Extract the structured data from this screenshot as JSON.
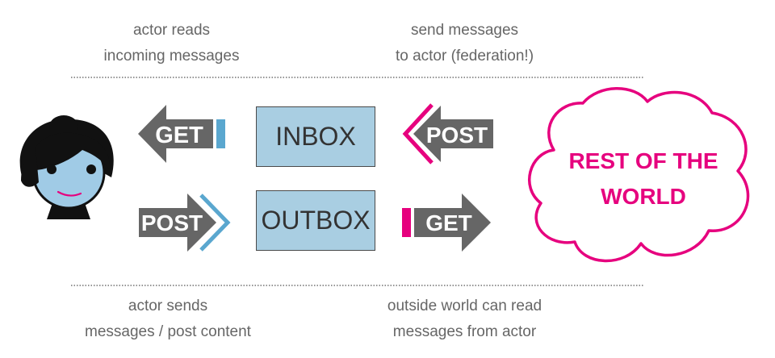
{
  "captions": {
    "top_left": [
      "actor reads",
      "incoming messages"
    ],
    "top_right": [
      "send messages",
      "to actor (federation!)"
    ],
    "bottom_left": [
      "actor sends",
      "messages / post content"
    ],
    "bottom_right": [
      "outside world can read",
      "messages from actor"
    ]
  },
  "boxes": {
    "inbox": "INBOX",
    "outbox": "OUTBOX"
  },
  "arrows": {
    "inbox_get": "GET",
    "inbox_post": "POST",
    "outbox_post": "POST",
    "outbox_get": "GET"
  },
  "cloud": [
    "REST OF THE",
    "WORLD"
  ],
  "colors": {
    "arrow": "#666666",
    "accent_blue": "#5aa7cf",
    "accent_pink": "#e6007e",
    "box_fill": "#a9cee2",
    "caption": "#666666"
  }
}
